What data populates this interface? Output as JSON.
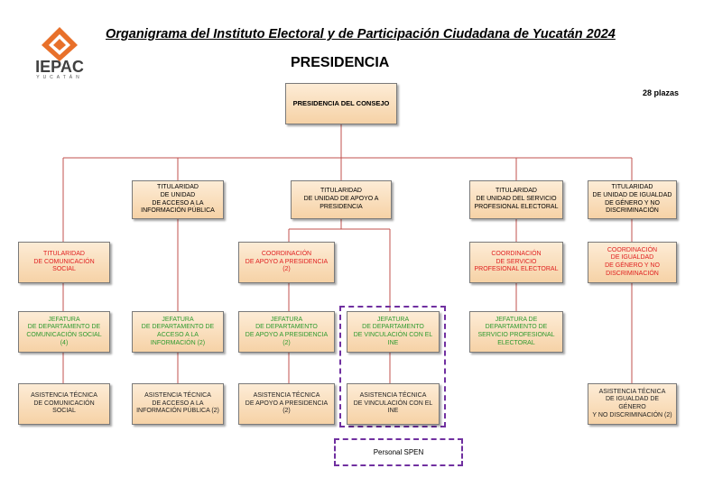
{
  "header": {
    "title": "Organigrama del Instituto Electoral y de Participación Ciudadana de Yucatán  2024",
    "subtitle": "PRESIDENCIA",
    "plazas": "28 plazas"
  },
  "logo": {
    "text": "IEPAC",
    "sub": "YUCATÁN"
  },
  "colors": {
    "red": "#e02020",
    "green": "#2e9a2e",
    "line": "#c0504d",
    "spen": "#7030a0"
  },
  "nodes": {
    "presidencia": "PRESIDENCIA DEL CONSEJO",
    "tit_acceso": "TITULARIDAD\nDE UNIDAD\nDE ACCESO A LA\nINFORMACIÓN PÚBLICA",
    "tit_apoyo": "TITULARIDAD\nDE UNIDAD DE APOYO A\nPRESIDENCIA",
    "tit_servicio": "TITULARIDAD\nDE UNIDAD DEL SERVICIO\nPROFESIONAL ELECTORAL",
    "tit_igualdad": "TITULARIDAD\nDE UNIDAD  DE IGUALDAD\nDE GÉNERO Y NO\nDISCRIMINACIÓN",
    "tit_comunicacion": "TITULARIDAD\nDE COMUNICACIÓN\nSOCIAL",
    "coord_apoyo": "COORDINACIÓN\nDE APOYO A PRESIDENCIA\n(2)",
    "coord_servicio": "COORDINACIÓN\nDE SERVICIO\nPROFESIONAL ELECTORAL",
    "coord_igualdad": "COORDINACIÓN\nDE IGUALDAD\nDE GÉNERO Y NO\nDISCRIMINACIÓN",
    "jef_comunicacion": "JEFATURA\nDE DEPARTAMENTO DE\nCOMUNICACIÓN SOCIAL (4)",
    "jef_acceso": "JEFATURA\nDE DEPARTAMENTO DE\nACCESO A LA\nINFORMACIÓN (2)",
    "jef_apoyo": "JEFATURA\nDE DEPARTAMENTO\nDE APOYO A PRESIDENCIA\n(2)",
    "jef_vinculacion": "JEFATURA\nDE DEPARTAMENTO\nDE VINCULACIÓN CON EL\nINE",
    "jef_servicio": "JEFATURA DE\nDEPARTAMENTO DE\nSERVICIO PROFESIONAL\nELECTORAL",
    "asis_comunicacion": "ASISTENCIA TÉCNICA\nDE COMUNICACIÓN\nSOCIAL",
    "asis_acceso": "ASISTENCIA TÉCNICA\nDE ACCESO A LA\nINFORMACIÓN PÚBLICA (2)",
    "asis_apoyo": "ASISTENCIA TÉCNICA\nDE APOYO A PRESIDENCIA\n(2)",
    "asis_vinculacion": "ASISTENCIA TÉCNICA\nDE VINCULACIÓN CON EL\nINE",
    "asis_igualdad": "ASISTENCIA TÉCNICA\nDE IGUALDAD DE GÉNERO\nY NO DISCRIMINACIÓN (2)"
  },
  "legend": {
    "spen": "Personal SPEN"
  }
}
